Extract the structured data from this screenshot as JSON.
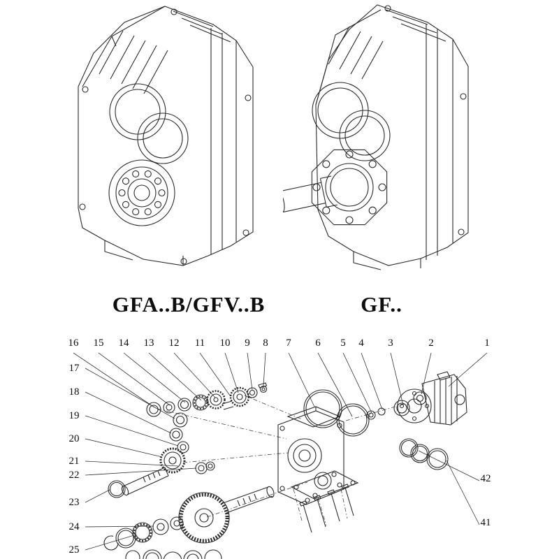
{
  "models": {
    "left_label": "GFA..B/GFV..B",
    "right_label": "GF.."
  },
  "exploded_view": {
    "top_callouts": [
      "16",
      "15",
      "14",
      "13",
      "12",
      "11",
      "10",
      "9",
      "8",
      "7",
      "6",
      "5",
      "4",
      "3",
      "2",
      "1"
    ],
    "left_callouts": [
      "17",
      "18",
      "19",
      "20",
      "21",
      "22",
      "23",
      "24",
      "25"
    ],
    "right_callouts": [
      "42",
      "41"
    ]
  }
}
